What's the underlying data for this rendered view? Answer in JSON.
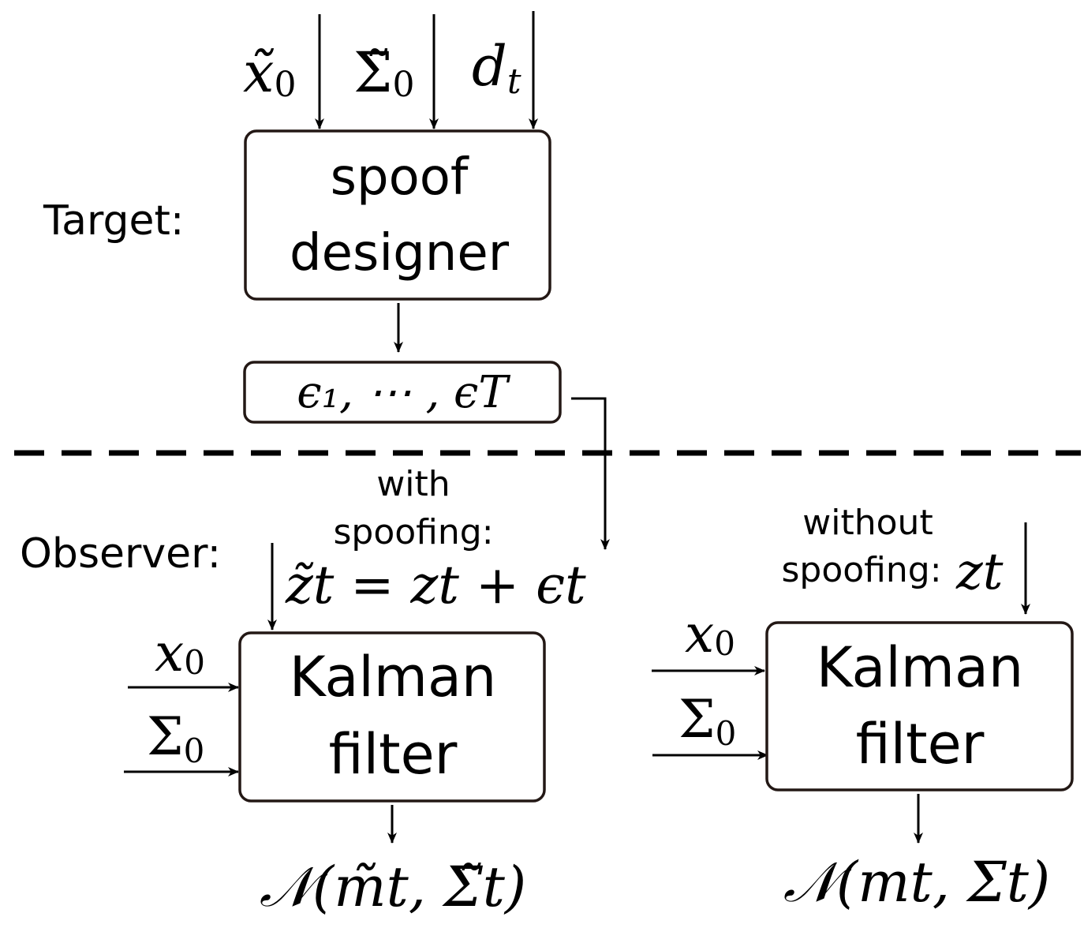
{
  "target": {
    "label": "Target:",
    "inputs": {
      "x0_tilde": "x̃",
      "sigma0_tilde": "Σ̃",
      "d": "d",
      "d_sub": "t",
      "sub0": "0"
    },
    "spoof_box": {
      "line1": "spoof",
      "line2": "designer"
    },
    "output": "ϵ₁, ⋯ , ϵT"
  },
  "observer": {
    "label": "Observer:",
    "with_spoofing": {
      "label_line1": "with",
      "label_line2": "spoofing:",
      "equation": "z̃t = zt + ϵt",
      "inputs": {
        "x0": "x",
        "sigma0": "Σ",
        "sub0": "0"
      },
      "box": {
        "line1": "Kalman",
        "line2": "filter"
      },
      "output": "𝒩(m̃t, Σ̃t)"
    },
    "without_spoofing": {
      "label_line1": "without",
      "label_line2": "spoofing:",
      "measurement": "zt",
      "inputs": {
        "x0": "x",
        "sigma0": "Σ",
        "sub0": "0"
      },
      "box": {
        "line1": "Kalman",
        "line2": "filter"
      },
      "output": "𝒩(mt, Σt)"
    }
  }
}
